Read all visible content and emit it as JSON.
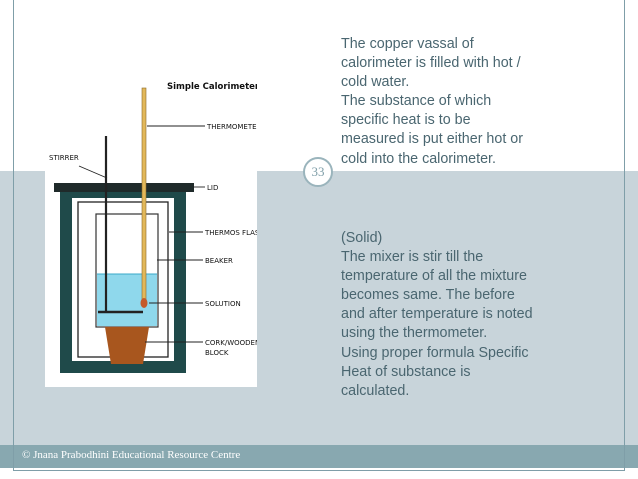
{
  "slide": {
    "page_number": "33",
    "footer": "© Jnana Prabodhini Educational Resource Centre"
  },
  "content": {
    "top_lines": [
      "The copper vassal of",
      "calorimeter is filled with hot /",
      "cold water.",
      "The substance of which",
      "specific heat is to be",
      "measured is put either hot or",
      "cold into the calorimeter."
    ],
    "bottom_lines": [
      "(Solid)",
      "The mixer is stir till the",
      "temperature of all the mixture",
      "becomes same. The before",
      "and after temperature is noted",
      "using the thermometer.",
      "Using proper formula Specific",
      "Heat of substance is",
      "calculated."
    ]
  },
  "diagram": {
    "title": "Simple Calorimeter",
    "labels": {
      "thermometer": "THERMOMETER",
      "stirrer": "STIRRER",
      "lid": "LID",
      "thermos_flask": "THERMOS FLASK",
      "beaker": "BEAKER",
      "solution": "SOLUTION",
      "block_line1": "CORK/WOODEN",
      "block_line2": "BLOCK"
    },
    "colors": {
      "outer_wall": "#1f4a4a",
      "water": "#8fd8ec",
      "block": "#a8561e",
      "thermometer": "#e2b85a"
    }
  }
}
